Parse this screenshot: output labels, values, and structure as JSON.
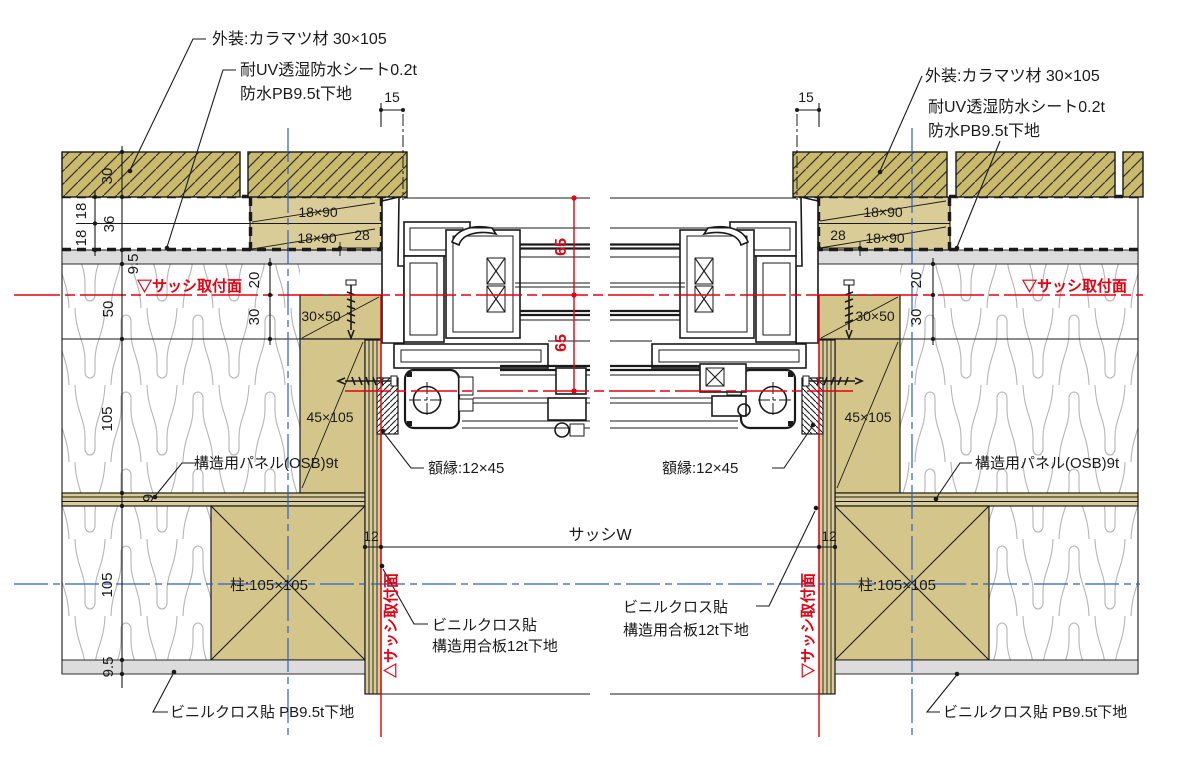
{
  "colors": {
    "line": "#1a1a1a",
    "accent_red": "#e60012",
    "centerline_blue": "#2e5fc2",
    "wood_cladding": "#c9ba6e",
    "wood_light": "#d9cc96",
    "wood_mid": "#d4c58a",
    "gypsum_gray": "#dcdcdc",
    "insulation_gray": "#b5b5b5"
  },
  "labels": {
    "exterior": "外装:カラマツ材 30×105",
    "uv_sheet": "耐UV透湿防水シート0.2t",
    "pb_waterproof": "防水PB9.5t下地",
    "furring": "18×90",
    "sash_face_down": "▽サッシ取付面",
    "sash_face_up": "△サッシ取付面",
    "block_30x50": "30×50",
    "stud_45x105": "45×105",
    "osb_panel": "構造用パネル(OSB)9t",
    "frame_12x45": "額縁:12×45",
    "sash_w": "サッシW",
    "pillar": "柱:105×105",
    "vinyl_cloth": "ビニルクロス貼",
    "plywood_12t": "構造用合板12t下地",
    "vinyl_pb": "ビニルクロス貼 PB9.5t下地"
  },
  "dims": {
    "d15": "15",
    "d30": "30",
    "d18": "18",
    "d36": "36",
    "d9_5": "9.5",
    "d50": "50",
    "d20": "20",
    "d105": "105",
    "d9": "9",
    "d28": "28",
    "d65": "65",
    "d12": "12"
  }
}
